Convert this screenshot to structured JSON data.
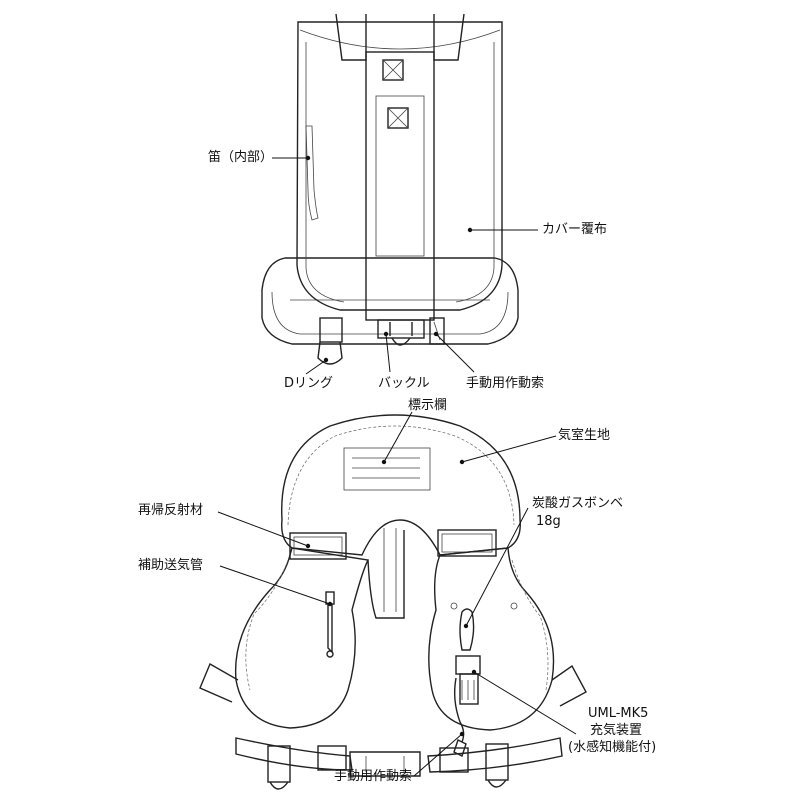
{
  "top_figure": {
    "labels": {
      "whistle": "笛（内部）",
      "cover": "カバー覆布",
      "d_ring": "Dリング",
      "buckle": "バックル",
      "manual_cord": "手動用作動索"
    }
  },
  "bottom_figure": {
    "labels": {
      "marking_field": "標示欄",
      "chamber_fabric": "気室生地",
      "reflector": "再帰反射材",
      "oral_tube": "補助送気管",
      "co2_cylinder": "炭酸ガスボンベ",
      "co2_weight": "18g",
      "inflator_model": "UML-MK5",
      "inflator": "充気装置",
      "inflator_note": "(水感知機能付)",
      "manual_cord": "手動用作動索"
    }
  }
}
